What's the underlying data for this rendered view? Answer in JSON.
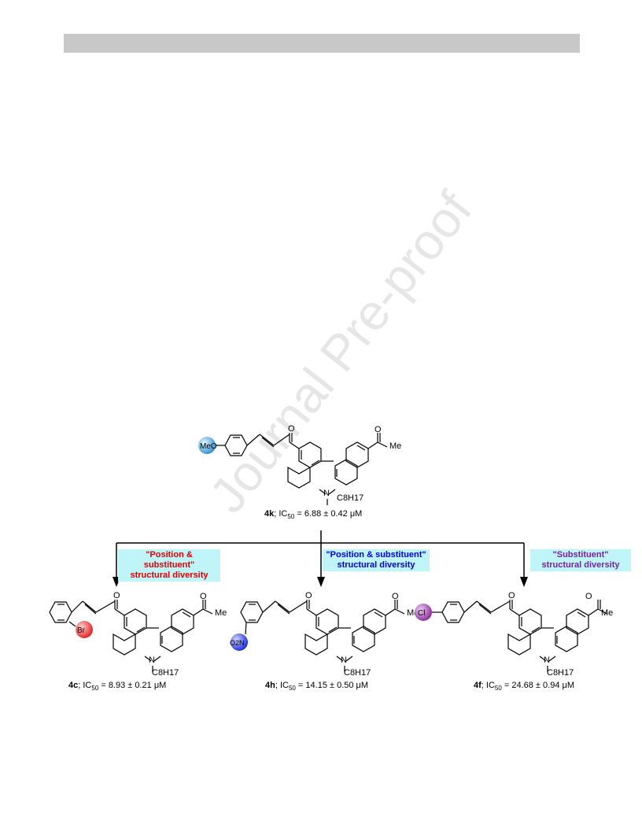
{
  "watermark": "Journal Pre-proof",
  "parent": {
    "id": "4k",
    "caption": "; IC",
    "sub": "50",
    "value": " = 6.88 ± 0.42 μM",
    "substituent": "MeO",
    "methyl": "Me",
    "oxo": "O",
    "nitrogen": "N",
    "chain": "C8H17"
  },
  "labels": [
    {
      "line1": "\"Position & substituent\"",
      "line2": "structural diversity",
      "color": "#e00000"
    },
    {
      "line1": "\"Position & substituent\"",
      "line2": "structural diversity",
      "color": "#0000e0"
    },
    {
      "line1": "\"Substituent\"",
      "line2": "structural diversity",
      "color": "#7a1fa2"
    }
  ],
  "compounds": [
    {
      "id": "4c",
      "caption": "; IC",
      "sub": "50",
      "value": " = 8.93 ± 0.21 μM",
      "substituent": "Br",
      "sphere_color": "#e02020"
    },
    {
      "id": "4h",
      "caption": "; IC",
      "sub": "50",
      "value": " = 14.15 ± 0.50 μM",
      "substituent": "O2N",
      "sphere_color": "#2030e0"
    },
    {
      "id": "4f",
      "caption": "; IC",
      "sub": "50",
      "value": " = 24.68 ± 0.94 μM",
      "substituent": "Cl",
      "sphere_color": "#8a2a9a"
    }
  ]
}
